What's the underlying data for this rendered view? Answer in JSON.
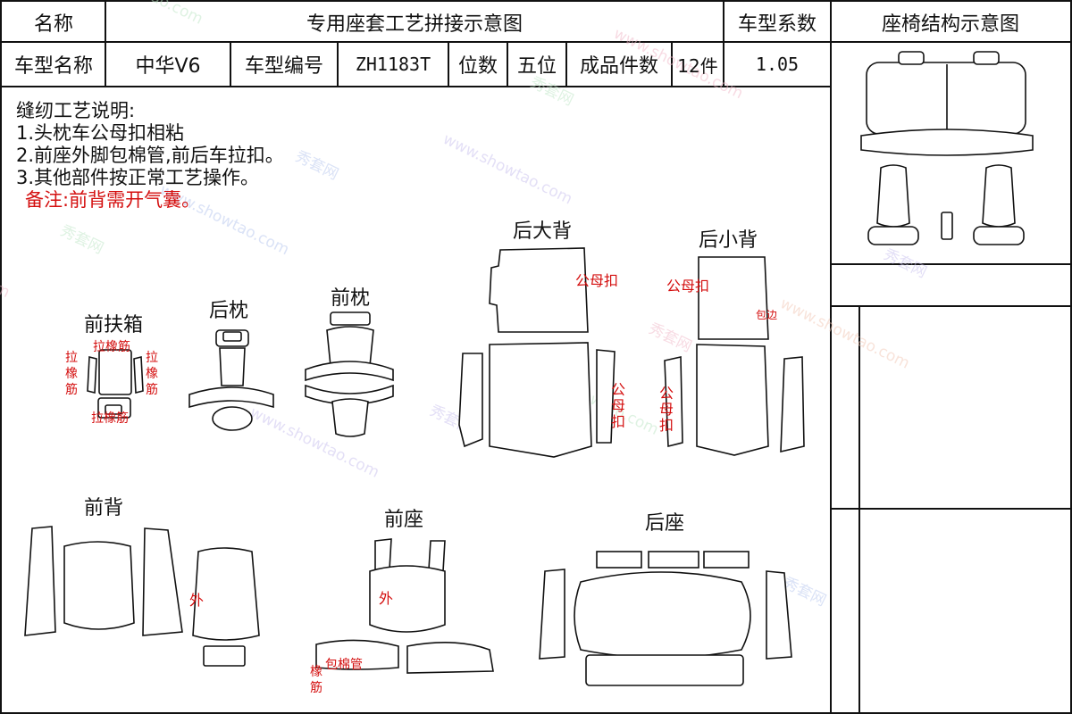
{
  "header": {
    "name_label": "名称",
    "title": "专用座套工艺拼接示意图",
    "coef_label": "车型系数",
    "structure_label": "座椅结构示意图"
  },
  "info": {
    "model_name_label": "车型名称",
    "model_name": "中华V6",
    "model_code_label": "车型编号",
    "model_code": "ZH1183T",
    "seats_label": "位数",
    "seats": "五位",
    "pieces_label": "成品件数",
    "pieces": "12件",
    "coef": "1.05"
  },
  "notes": {
    "heading": "缝纫工艺说明:",
    "items": [
      "1.头枕车公母扣相粘",
      "2.前座外脚包棉管,前后车拉扣。",
      "3.其他部件按正常工艺操作。"
    ],
    "remark": "备注:前背需开气囊。"
  },
  "sections": {
    "front_armrest": "前扶箱",
    "rear_headrest": "后枕",
    "front_headrest": "前枕",
    "rear_big_back": "后大背",
    "rear_small_back": "后小背",
    "front_back": "前背",
    "front_seat": "前座",
    "rear_seat": "后座"
  },
  "annotations": {
    "elastic": "拉橡筋",
    "snap": "公母扣",
    "hem": "包边",
    "outer": "外",
    "foam_tube": "包棉管",
    "elastic_short": "橡筋"
  },
  "watermark": {
    "cn": "秀套网",
    "en": "www.showtao.com"
  },
  "colors": {
    "line": "#111111",
    "red": "#d40f0f"
  }
}
